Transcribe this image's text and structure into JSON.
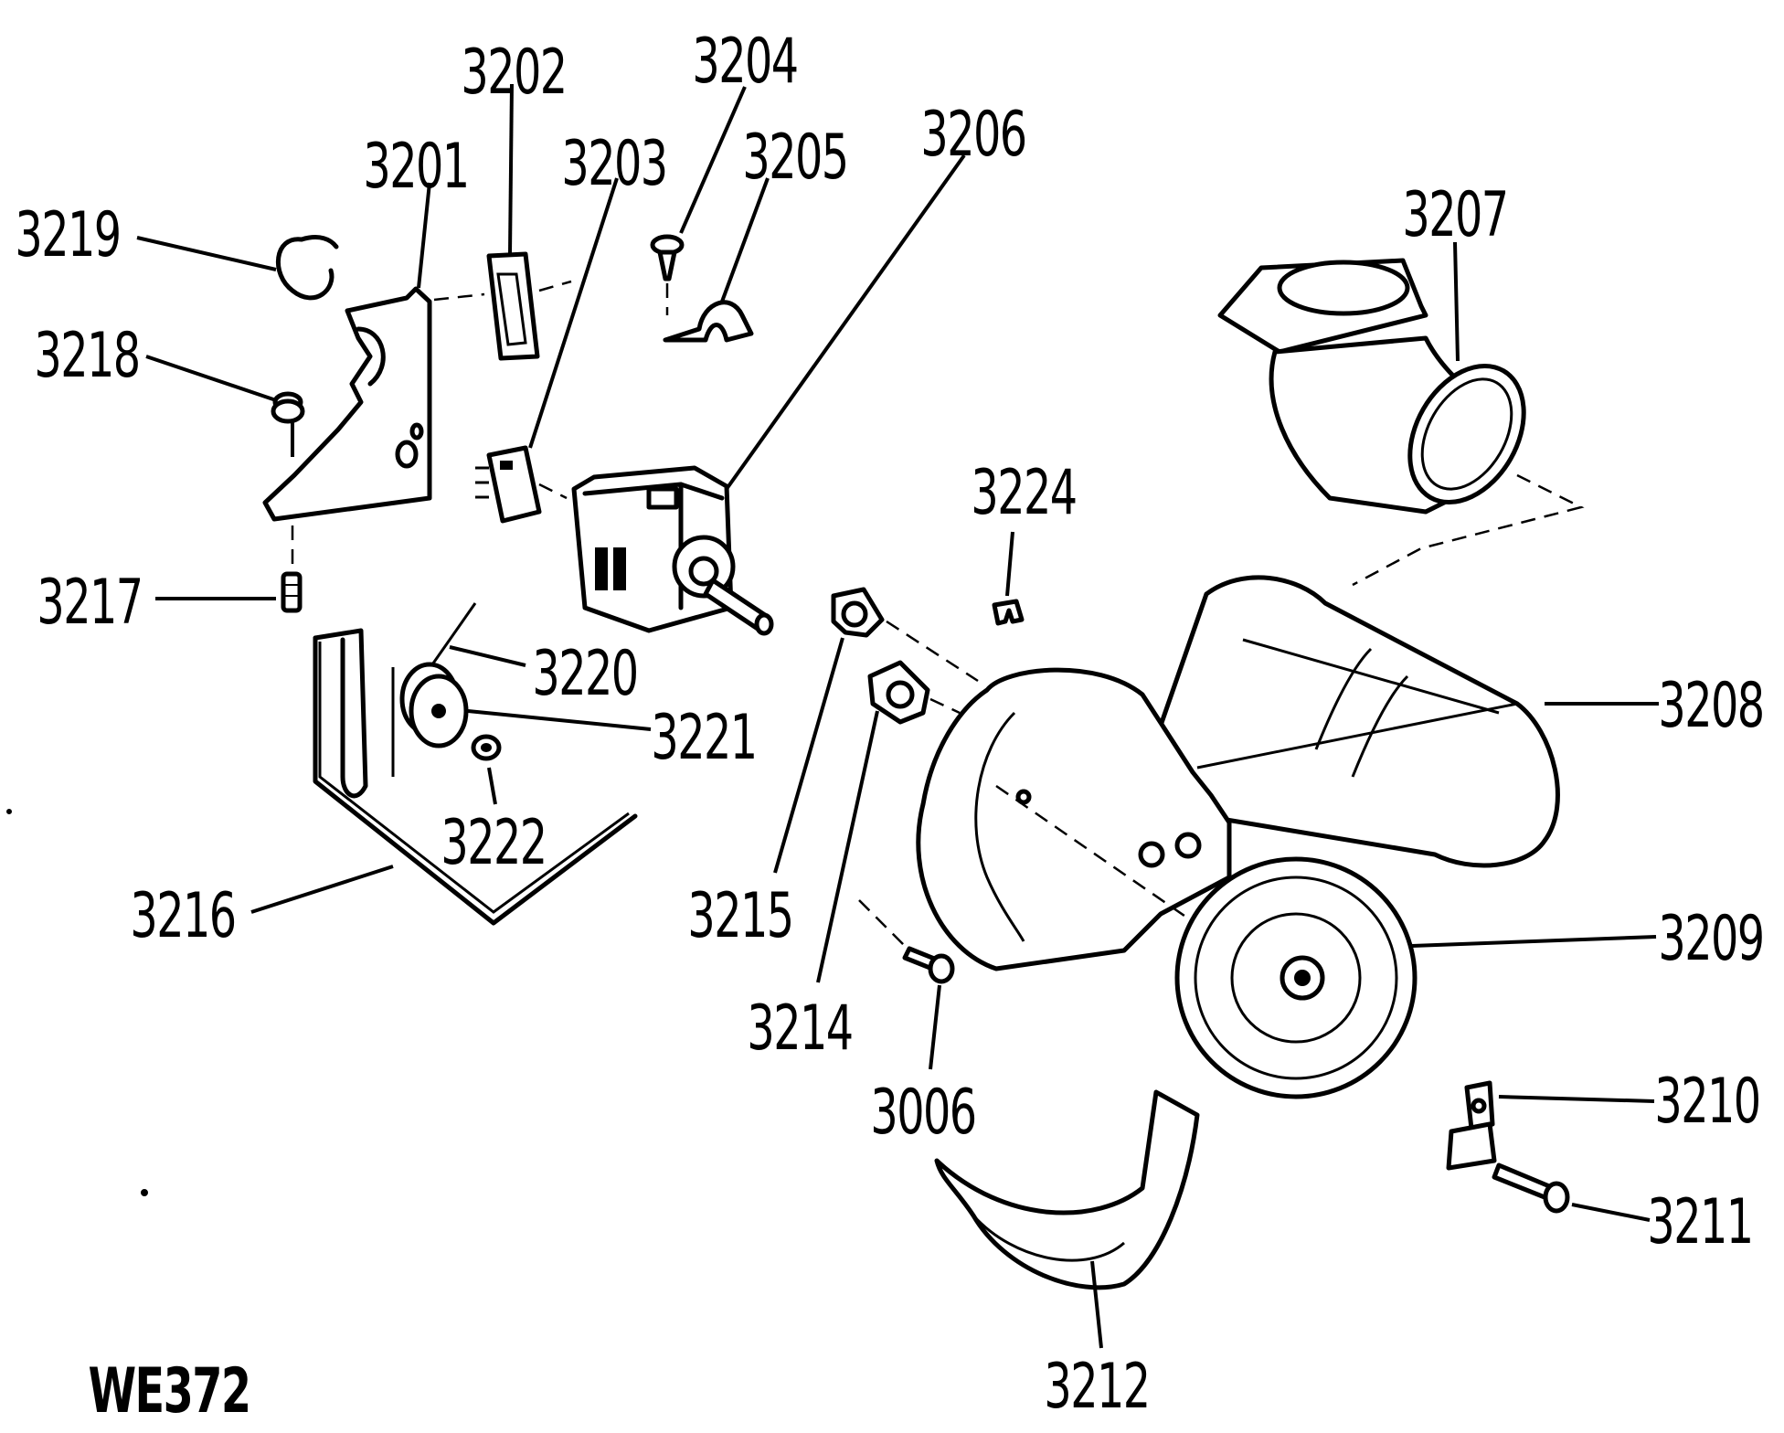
{
  "drawing_code": "WE372",
  "labels": {
    "p3201": "3201",
    "p3202": "3202",
    "p3203": "3203",
    "p3204": "3204",
    "p3205": "3205",
    "p3206": "3206",
    "p3207": "3207",
    "p3208": "3208",
    "p3209": "3209",
    "p3210": "3210",
    "p3211": "3211",
    "p3212": "3212",
    "p3214": "3214",
    "p3215": "3215",
    "p3216": "3216",
    "p3217": "3217",
    "p3218": "3218",
    "p3219": "3219",
    "p3220": "3220",
    "p3221": "3221",
    "p3222": "3222",
    "p3224": "3224",
    "p3006": "3006"
  }
}
